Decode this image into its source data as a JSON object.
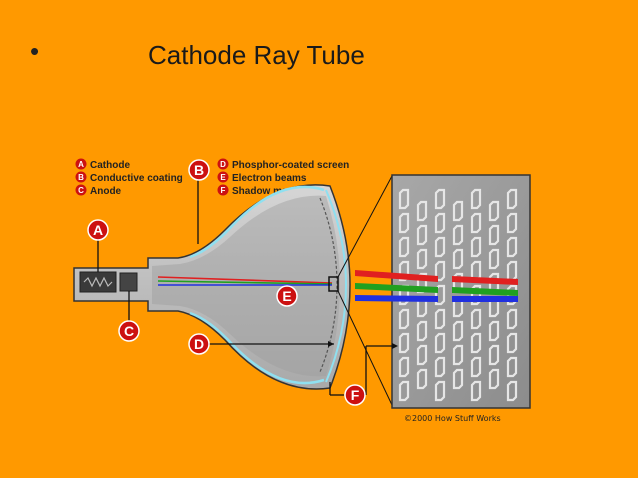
{
  "slide": {
    "bullet": "•",
    "title": "Cathode Ray Tube"
  },
  "legend": [
    {
      "letter": "A",
      "text": "Cathode"
    },
    {
      "letter": "B",
      "text": "Conductive coating"
    },
    {
      "letter": "C",
      "text": "Anode"
    },
    {
      "letter": "D",
      "text": "Phosphor-coated screen"
    },
    {
      "letter": "E",
      "text": "Electron beams"
    },
    {
      "letter": "F",
      "text": "Shadow mask"
    }
  ],
  "markers": {
    "a": "A",
    "b": "B",
    "c": "C",
    "d": "D",
    "e": "E",
    "f": "F"
  },
  "credit": "©2000 How Stuff Works",
  "colors": {
    "background": "#FF9900",
    "marker": "#CC1111",
    "beam_red": "#E02020",
    "beam_green": "#20A020",
    "beam_blue": "#2030E0",
    "tube_fill": "#BDBDBD",
    "coating": "#8FE0F0"
  }
}
